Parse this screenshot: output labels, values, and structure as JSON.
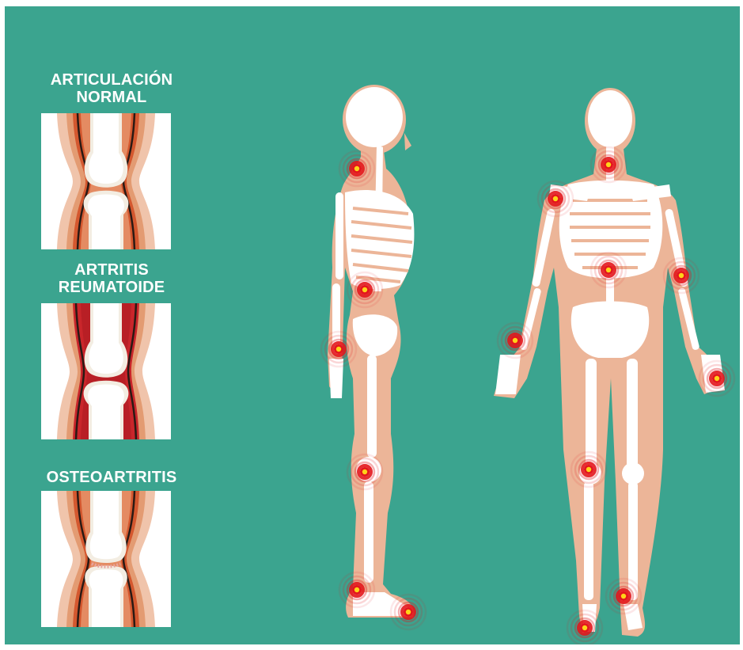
{
  "labels": {
    "normal_line1": "ARTICULACIÓN",
    "normal_line2": "NORMAL",
    "ra_line1": "ARTRITIS",
    "ra_line2": "REUMATOIDE",
    "oa_line1": "OSTEOARTRITIS"
  },
  "colors": {
    "background": "#3ba48f",
    "skin": "#ecb598",
    "bone": "#ffffff",
    "pain_core": "#ffd21a",
    "pain_ring": "#e3161c",
    "inflamed_capsule": "#c9262b",
    "capsule": "#d4582f"
  },
  "icons": [
    "joint-normal-icon",
    "joint-rheumatoid-arthritis-icon",
    "joint-osteoarthritis-icon",
    "pain-point-icon"
  ]
}
